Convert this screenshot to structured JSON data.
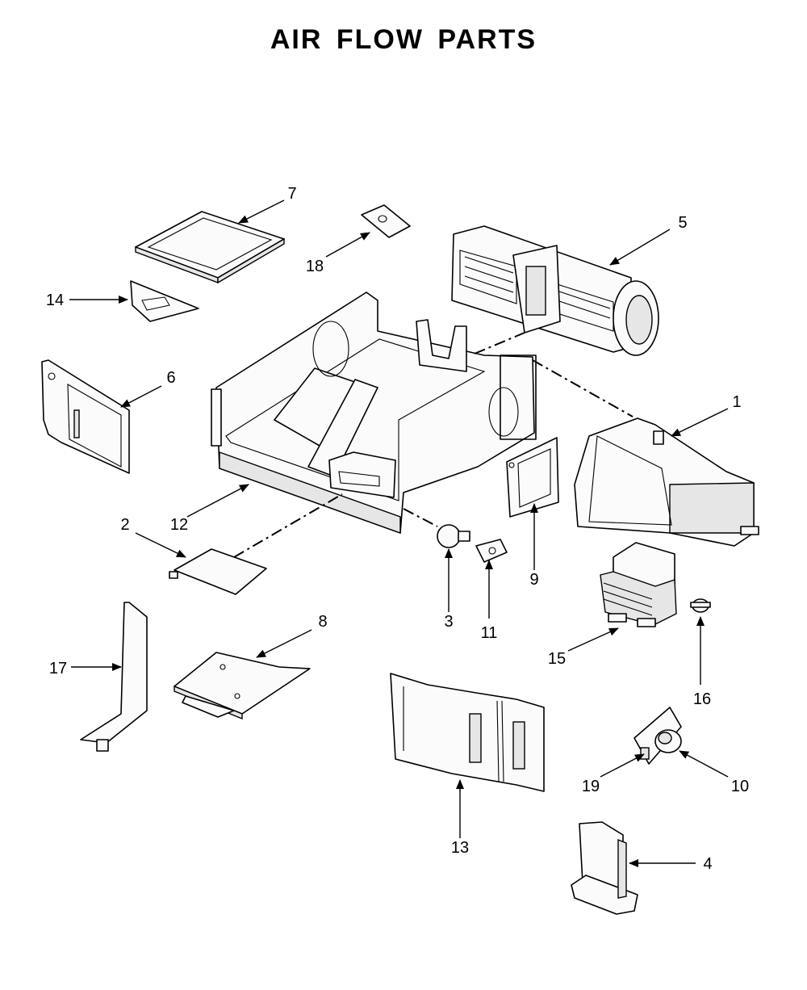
{
  "title": "AIR FLOW PARTS",
  "callouts": [
    "1",
    "2",
    "3",
    "4",
    "5",
    "6",
    "7",
    "8",
    "9",
    "10",
    "11",
    "12",
    "13",
    "14",
    "15",
    "16",
    "17",
    "18",
    "19"
  ]
}
